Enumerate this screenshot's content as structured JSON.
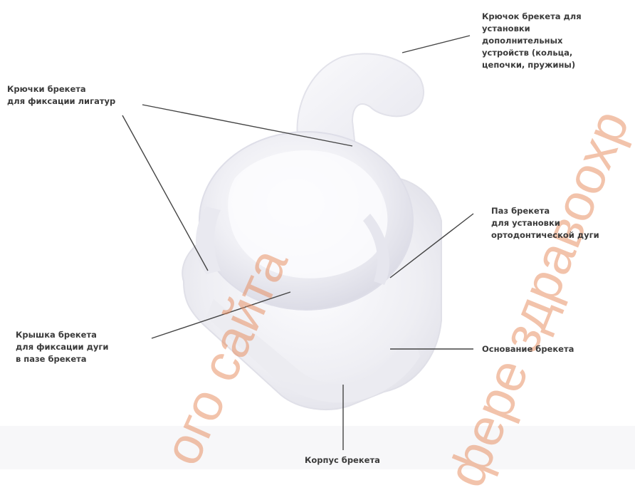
{
  "labels": {
    "hook_devices": "Крючок брекета для\nустановки\nдополнительных\nустройств (кольца,\nцепочки, пружины)",
    "ligature_hooks": "Крючки брекета\nдля фиксации лигатур",
    "slot": "Паз брекета\nдля установки\nортодонтической дуги",
    "cap": "Крышка брекета\nдля фиксации дуги\nв пазе брекета",
    "base": "Основание брекета",
    "body": "Корпус брекета"
  },
  "watermarks": {
    "left": "ого сайта",
    "right": "фере здравоохр"
  },
  "colors": {
    "text": "#3a3a3a",
    "leader_line": "#444444",
    "watermark": "#e7895a",
    "bracket_fill": "#f3f3f6"
  }
}
